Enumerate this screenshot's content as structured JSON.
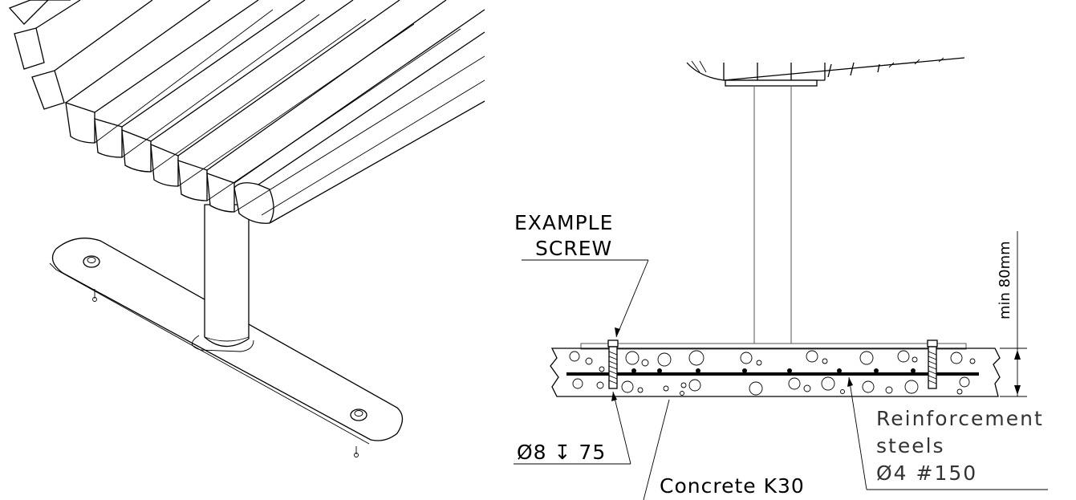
{
  "labels": {
    "screw_line1": "EXAMPLE",
    "screw_line2": "SCREW",
    "drill_spec": "Ø8 ↧ 75",
    "concrete": "Concrete K30",
    "reinforcement_line1": "Reinforcement",
    "reinforcement_line2": "steels",
    "reinforcement_line3": "Ø4 #150",
    "min_depth": "min 80mm"
  }
}
